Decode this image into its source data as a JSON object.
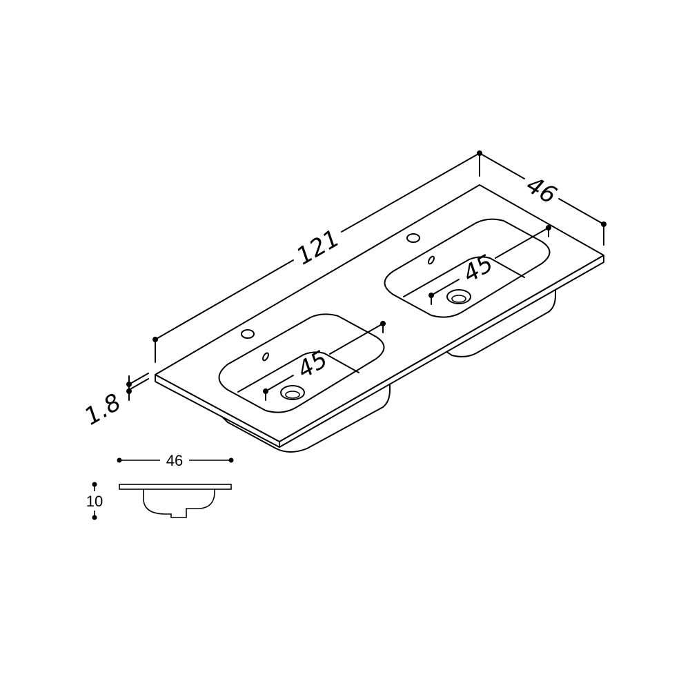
{
  "drawing": {
    "title": "Double washbasin countertop dimensions",
    "dimensions": {
      "length": "121",
      "depth": "46",
      "thickness": "1.8",
      "basin_left_width": "45",
      "basin_right_width": "45",
      "profile_depth": "46",
      "profile_height": "10"
    },
    "line_color": "#000000",
    "background": "#ffffff"
  }
}
